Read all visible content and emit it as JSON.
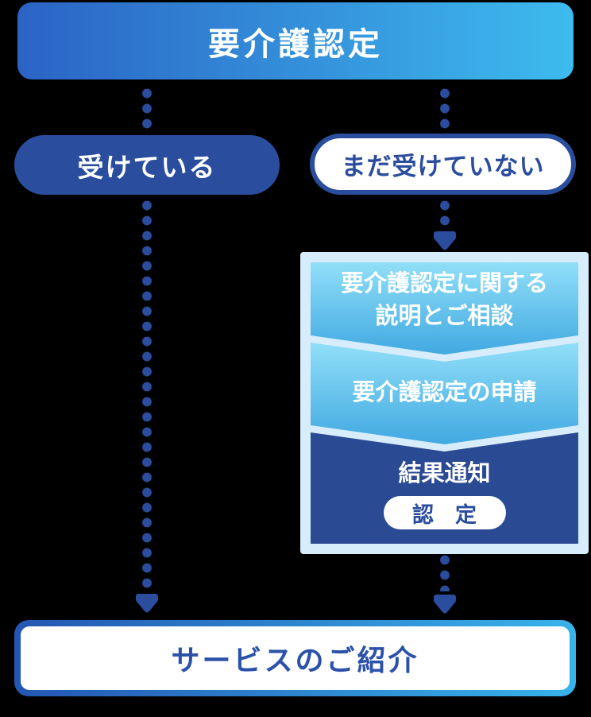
{
  "palette": {
    "navy": "#2b4d9d",
    "deep_navy": "#2b4a94",
    "top_banner_gradient_start": "#2b63c5",
    "top_banner_gradient_end": "#3dbbee",
    "step_gradient_start": "#91dff8",
    "step_gradient_end": "#41a9e1",
    "box_frame": "#d8edfb",
    "end_banner_text": "#2b51a8"
  },
  "flow": {
    "start_label": "要介護認定",
    "branch_received_label": "受けている",
    "branch_not_received_label": "まだ受けていない",
    "steps": {
      "step1_line1": "要介護認定に関する",
      "step1_line2": "説明とご相談",
      "step2_label": "要介護認定の申請",
      "step3_label": "結果通知",
      "step3_badge": "認　定"
    },
    "end_label": "サービスのご紹介"
  }
}
